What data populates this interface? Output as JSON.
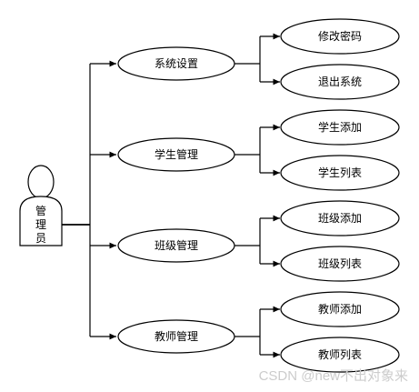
{
  "actor": {
    "label_lines": [
      "管",
      "理",
      "员"
    ]
  },
  "modules": [
    {
      "label": "系统设置",
      "children": [
        "修改密码",
        "退出系统"
      ]
    },
    {
      "label": "学生管理",
      "children": [
        "学生添加",
        "学生列表"
      ]
    },
    {
      "label": "班级管理",
      "children": [
        "班级添加",
        "班级列表"
      ]
    },
    {
      "label": "教师管理",
      "children": [
        "教师添加",
        "教师列表"
      ]
    }
  ],
  "watermark": "CSDN @new不出对象来"
}
